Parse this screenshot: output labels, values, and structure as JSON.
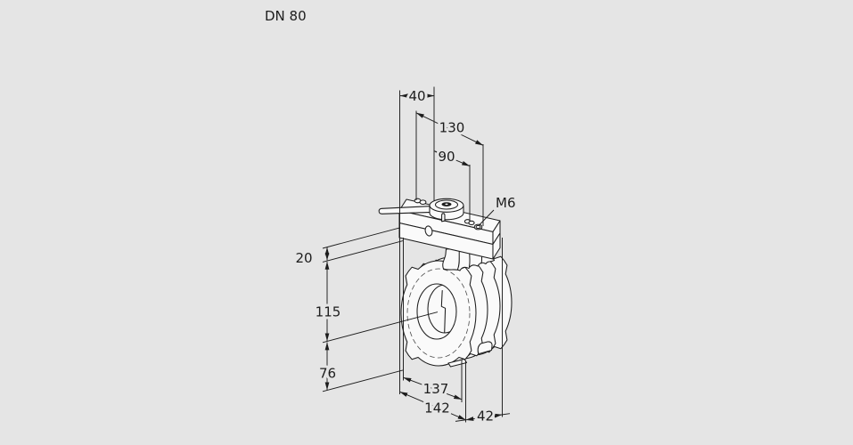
{
  "title": {
    "label": "DN 80"
  },
  "colors": {
    "background": "#e5e5e5",
    "line": "#1d1d1d",
    "body_fill": "#fafafa"
  },
  "drawing": {
    "description": "Isometric technical drawing of a DN 80 butterfly valve body with actuator mounting plate and hand lever",
    "thread_label": "M6",
    "dims": {
      "d40": {
        "label": "40"
      },
      "d130": {
        "label": "130"
      },
      "d90": {
        "label": "90"
      },
      "d20": {
        "label": "20"
      },
      "d115": {
        "label": "115"
      },
      "d76": {
        "label": "76"
      },
      "d137": {
        "label": "137"
      },
      "d142": {
        "label": "142"
      },
      "d42": {
        "label": "42"
      }
    }
  }
}
